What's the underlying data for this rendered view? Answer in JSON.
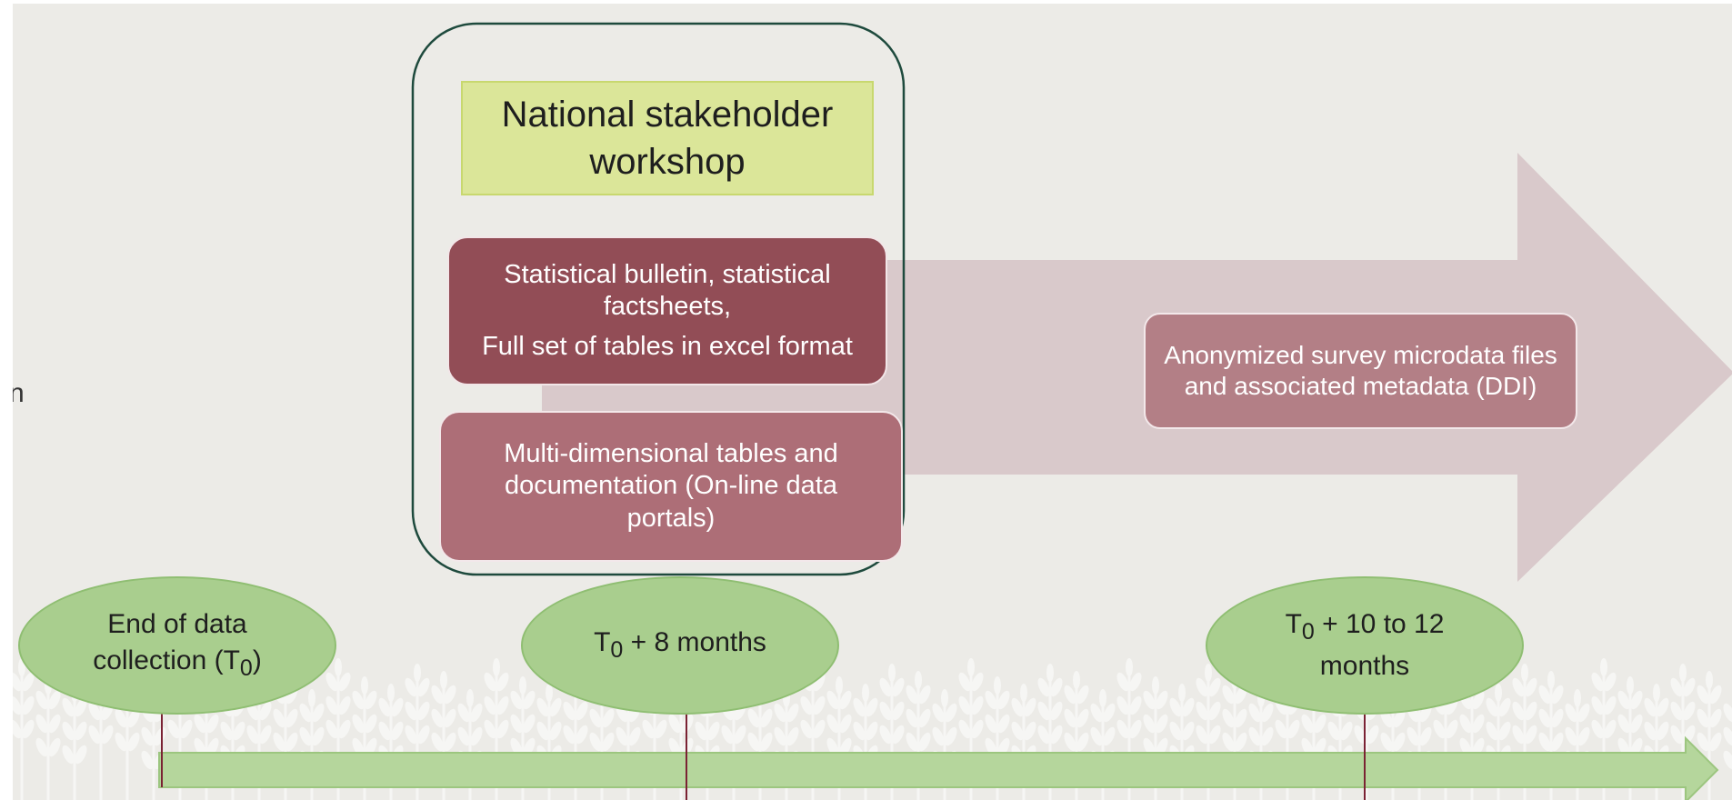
{
  "edge_text": "n",
  "stakeholder_workshop": "National stakeholder workshop",
  "bulletin": {
    "line1": "Statistical bulletin, statistical factsheets,",
    "line2": "Full set of tables in excel format"
  },
  "multidimensional_tables": "Multi-dimensional tables and documentation (On-line data portals)",
  "microdata": "Anonymized survey microdata files and associated metadata (DDI)",
  "milestones": [
    {
      "line1": "End of data",
      "line2_prefix": "collection (T",
      "subscript": "0",
      "line2_suffix": ")"
    },
    {
      "prefix": "T",
      "subscript": "0",
      "suffix": " + 8 months"
    },
    {
      "prefix": "T",
      "subscript": "0",
      "suffix": " + 10 to 12",
      "line2": "months"
    }
  ],
  "colors": {
    "background": "#ecebe7",
    "timeline_arrow": "#b5d69c",
    "milestone_fill": "#a9ce8e",
    "big_arrow": "#d9c9cb",
    "bulletin_fill": "#924d56",
    "portal_fill": "#ad6e77",
    "microdata_fill": "#b37f86",
    "workshop_fill": "#dbe699",
    "group_border": "#1e4a3d",
    "tick": "#7a2233"
  }
}
